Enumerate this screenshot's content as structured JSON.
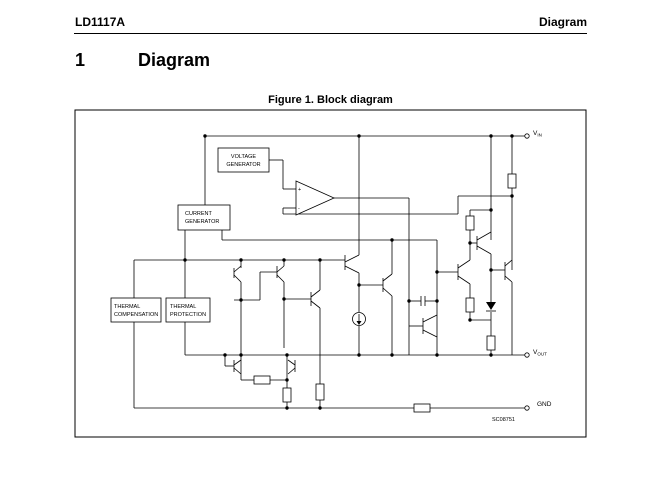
{
  "header": {
    "product": "LD1117A",
    "section": "Diagram"
  },
  "section": {
    "number": "1",
    "title": "Diagram"
  },
  "figure": {
    "caption": "Figure 1. Block diagram",
    "code": "SC08751"
  },
  "blocks": {
    "voltage_generator": [
      "VOLTAGE",
      "GENERATOR"
    ],
    "current_generator": [
      "CURRENT",
      "GENERATOR"
    ],
    "thermal_compensation": [
      "THERMAL",
      "COMPENSATION"
    ],
    "thermal_protection": [
      "THERMAL",
      "PROTECTION"
    ]
  },
  "amp": {
    "plus": "+",
    "minus": "-"
  },
  "pins": {
    "vin": {
      "main": "V",
      "sub": "IN"
    },
    "vout": {
      "main": "V",
      "sub": "OUT"
    },
    "gnd": "GND"
  }
}
